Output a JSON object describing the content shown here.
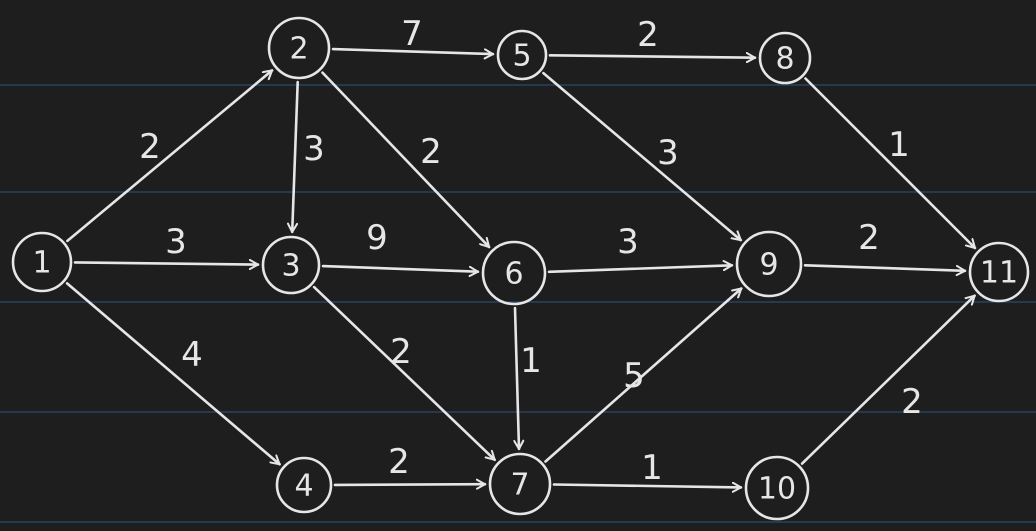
{
  "graph": {
    "colors": {
      "background": "#1e1e1e",
      "ink": "#e6e6e6",
      "rule": "#2c4a6b"
    },
    "nodes": [
      {
        "id": "1",
        "label": "1"
      },
      {
        "id": "2",
        "label": "2"
      },
      {
        "id": "3",
        "label": "3"
      },
      {
        "id": "4",
        "label": "4"
      },
      {
        "id": "5",
        "label": "5"
      },
      {
        "id": "6",
        "label": "6"
      },
      {
        "id": "7",
        "label": "7"
      },
      {
        "id": "8",
        "label": "8"
      },
      {
        "id": "9",
        "label": "9"
      },
      {
        "id": "10",
        "label": "10"
      },
      {
        "id": "11",
        "label": "11"
      }
    ],
    "edges": [
      {
        "from": "1",
        "to": "2",
        "weight": "2"
      },
      {
        "from": "1",
        "to": "3",
        "weight": "3"
      },
      {
        "from": "1",
        "to": "4",
        "weight": "4"
      },
      {
        "from": "2",
        "to": "5",
        "weight": "7"
      },
      {
        "from": "2",
        "to": "3",
        "weight": "3"
      },
      {
        "from": "2",
        "to": "6",
        "weight": "2"
      },
      {
        "from": "3",
        "to": "6",
        "weight": "9"
      },
      {
        "from": "3",
        "to": "7",
        "weight": "2"
      },
      {
        "from": "4",
        "to": "7",
        "weight": "2"
      },
      {
        "from": "5",
        "to": "8",
        "weight": "2"
      },
      {
        "from": "5",
        "to": "9",
        "weight": "3"
      },
      {
        "from": "6",
        "to": "9",
        "weight": "3"
      },
      {
        "from": "6",
        "to": "7",
        "weight": "1"
      },
      {
        "from": "7",
        "to": "9",
        "weight": "5"
      },
      {
        "from": "7",
        "to": "10",
        "weight": "1"
      },
      {
        "from": "8",
        "to": "11",
        "weight": "1"
      },
      {
        "from": "9",
        "to": "11",
        "weight": "2"
      },
      {
        "from": "10",
        "to": "11",
        "weight": "2"
      }
    ]
  }
}
